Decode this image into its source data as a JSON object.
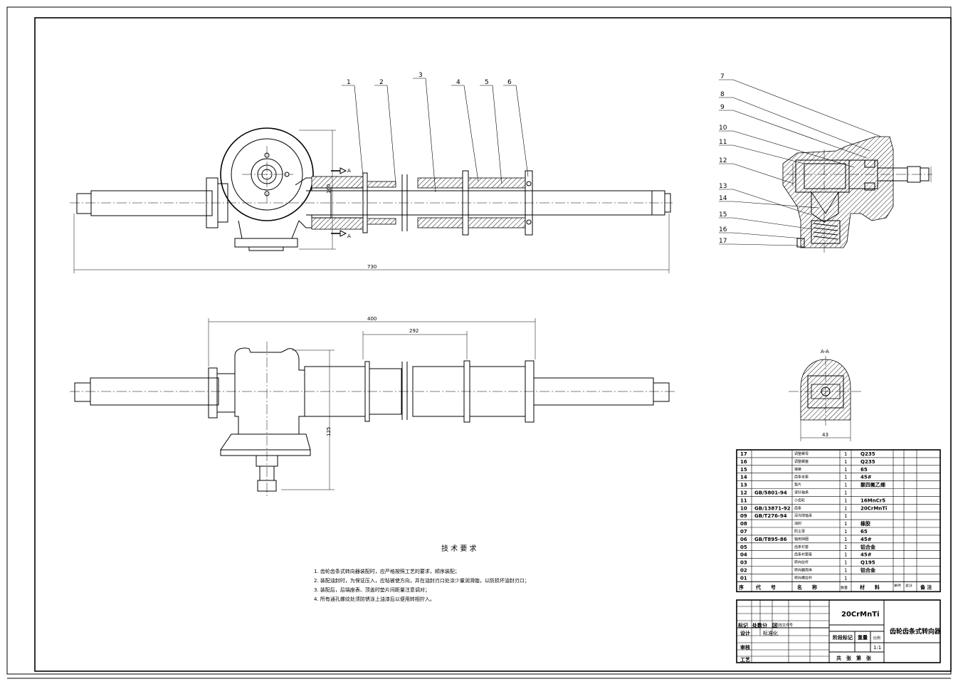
{
  "balloons": [
    "1",
    "2",
    "3",
    "4",
    "5",
    "6",
    "7",
    "8",
    "9",
    "10",
    "11",
    "12",
    "13",
    "14",
    "15",
    "16",
    "17"
  ],
  "dimensions": {
    "overall_length": "730",
    "top_height": "160",
    "bottom_length": "400",
    "bottom_stroke": "292",
    "bottom_height": "125",
    "section_width": "43"
  },
  "section_marks": {
    "cut": "A",
    "title": "A-A"
  },
  "tech_requirements": {
    "title": "技 术 要 求",
    "items": [
      "1. 齿轮齿条式转向器装配时，应严格按照工艺的要求，顺序装配；",
      "2. 装配油封时，为保证压入，应毡被使方向，并在油封刃口处涂少量润滑脂，以防损坏油封刃口；",
      "3. 装配后，后端座表、顶盖时垫片间距量注意调对；",
      "4. 所有通孔螺纹处须防锈涂上油漆后以便用转相拧入。"
    ]
  },
  "bom": {
    "rows": [
      {
        "no": "17",
        "code": "",
        "name": "调整螺母",
        "qty": "1",
        "material": "Q235"
      },
      {
        "no": "16",
        "code": "",
        "name": "调整螺塞",
        "qty": "1",
        "material": "Q235"
      },
      {
        "no": "15",
        "code": "",
        "name": "弹簧",
        "qty": "1",
        "material": "65"
      },
      {
        "no": "14",
        "code": "",
        "name": "齿条支座",
        "qty": "1",
        "material": "45#"
      },
      {
        "no": "13",
        "code": "",
        "name": "垫片",
        "qty": "1",
        "material": "聚四氟乙烯"
      },
      {
        "no": "12",
        "code": "GB/5801-94",
        "name": "滚针轴承",
        "qty": "1",
        "material": ""
      },
      {
        "no": "11",
        "code": "",
        "name": "小齿轮",
        "qty": "1",
        "material": "16MnCr5"
      },
      {
        "no": "10",
        "code": "GB/13871-92",
        "name": "齿条",
        "qty": "1",
        "material": "20CrMnTi"
      },
      {
        "no": "09",
        "code": "GB/T276-94",
        "name": "深沟球轴承",
        "qty": "1",
        "material": ""
      },
      {
        "no": "08",
        "code": "",
        "name": "油封",
        "qty": "1",
        "material": "橡胶"
      },
      {
        "no": "07",
        "code": "",
        "name": "防尘罩",
        "qty": "1",
        "material": "65"
      },
      {
        "no": "06",
        "code": "GB/T895-86",
        "name": "轴用挡圈",
        "qty": "1",
        "material": "45#"
      },
      {
        "no": "05",
        "code": "",
        "name": "齿条衬套",
        "qty": "1",
        "material": "铝合金"
      },
      {
        "no": "04",
        "code": "",
        "name": "齿条衬套座",
        "qty": "1",
        "material": "45#"
      },
      {
        "no": "03",
        "code": "",
        "name": "转向拉杆",
        "qty": "1",
        "material": "Q195"
      },
      {
        "no": "02",
        "code": "",
        "name": "转向器壳体",
        "qty": "1",
        "material": "铝合金"
      },
      {
        "no": "01",
        "code": "",
        "name": "转向横拉杆",
        "qty": "1",
        "material": ""
      }
    ],
    "header": {
      "no": "序",
      "code": "代　　号",
      "name": "名　　称",
      "qty": "数量",
      "material": "材　　料",
      "unit_weight": "单件",
      "total_weight": "总计",
      "note": "备 注"
    }
  },
  "title_block": {
    "material": "20CrMnTi",
    "drawing_name": "齿轮齿条式转向器",
    "mark": "标记",
    "count": "处数",
    "zone": "分　区",
    "change_doc": "更改文件号",
    "design": "设计",
    "standardize": "标准化",
    "stage_mark": "阶段标记",
    "weight": "重量",
    "scale_label": "比例",
    "scale": "1:1",
    "review": "审核",
    "process": "工艺",
    "sheets": "共　张　第　张"
  }
}
